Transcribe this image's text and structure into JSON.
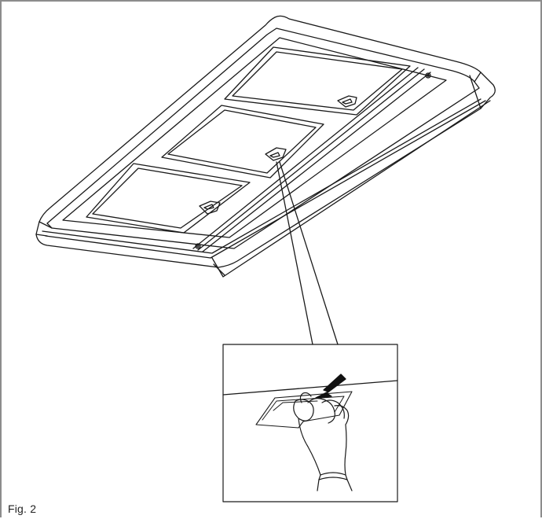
{
  "figure": {
    "caption": "Fig. 2",
    "components": {
      "hood": "cooker-hood-underside",
      "filters": [
        "grease-filter-left",
        "grease-filter-middle",
        "grease-filter-right"
      ],
      "detail": "detail-inset-filter-release"
    },
    "line_color": "#1a1a1a",
    "frame_color": "#8c8c8c"
  }
}
